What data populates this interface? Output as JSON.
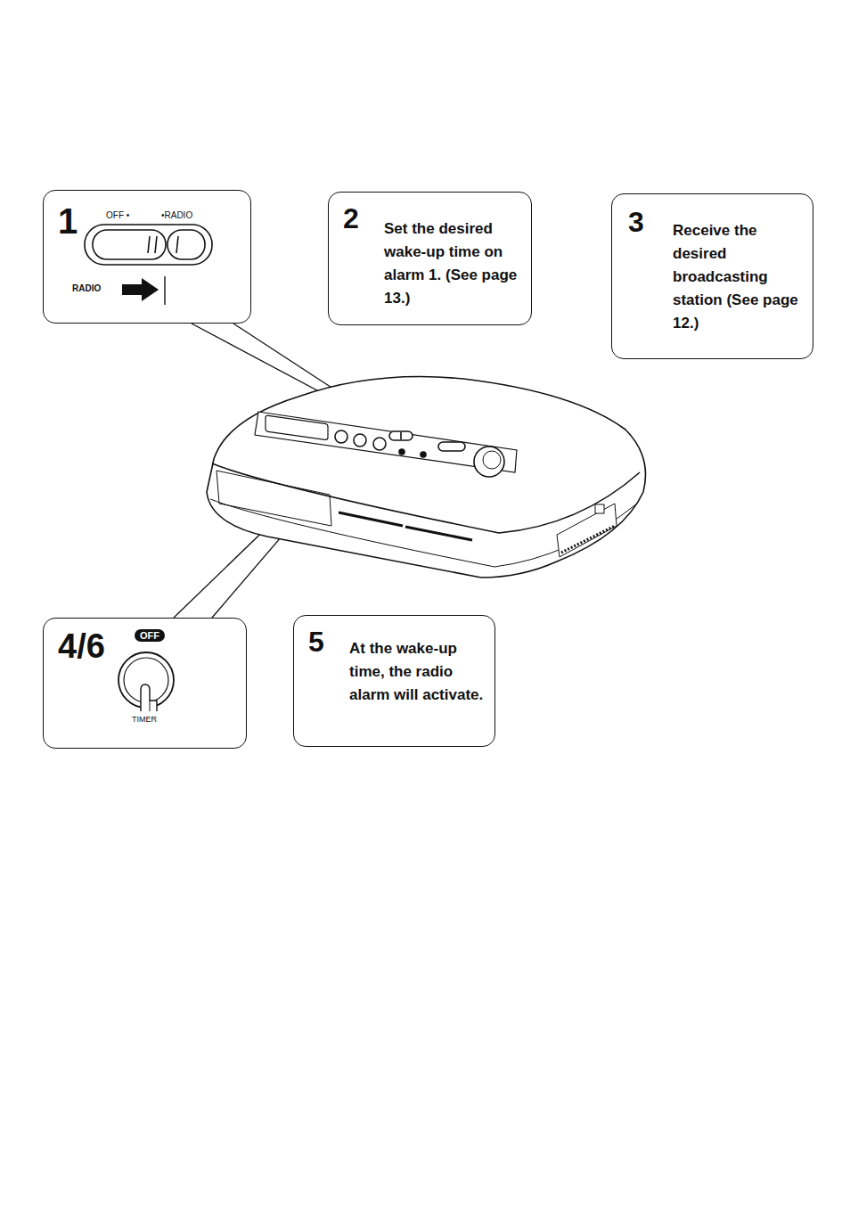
{
  "diagram": {
    "nodes": [
      {
        "text": [
          "1",
          "OFF •",
          "•RADIO",
          "RADIO"
        ]
      },
      {
        "text": [
          "2",
          "Set the desired wake-up time on alarm 1. (See page 13.)"
        ]
      },
      {
        "text": [
          "3",
          "Receive the desired broadcasting station (See page 12.)"
        ]
      },
      {
        "text": [
          "4/6",
          "OFF",
          "TIMER"
        ]
      },
      {
        "text": [
          "5",
          "At the wake-up time, the radio alarm will activate."
        ]
      }
    ]
  }
}
